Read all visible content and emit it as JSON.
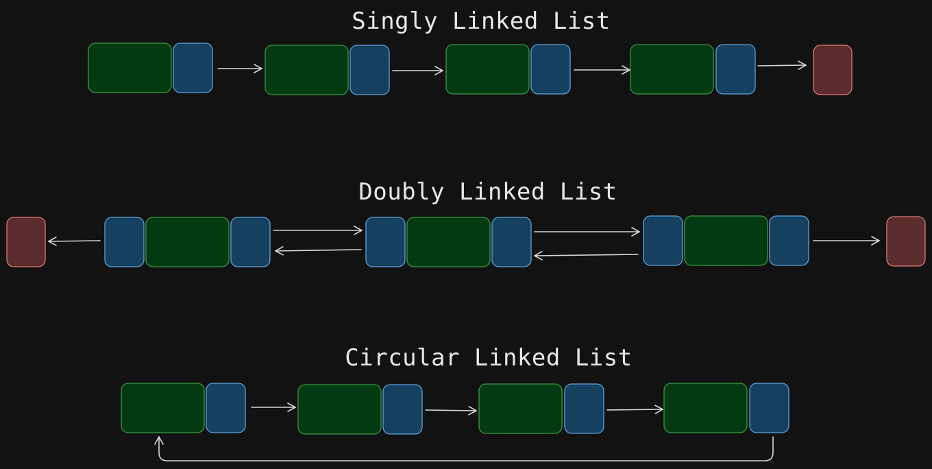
{
  "titles": {
    "singly": "Singly Linked List",
    "doubly": "Doubly Linked List",
    "circular": "Circular Linked List"
  },
  "colors": {
    "background": "#121212",
    "data_fill": "#033a12",
    "data_stroke": "#3c9a45",
    "pointer_fill": "#16405f",
    "pointer_stroke": "#5ea3dd",
    "null_fill": "#5a2c2c",
    "null_stroke": "#e07a7a",
    "arrow": "#d8d8d8",
    "text": "#e8e8e8"
  },
  "diagram": {
    "singly": {
      "node_count": 4,
      "node_parts": [
        "data",
        "next"
      ],
      "terminates_in_null": true
    },
    "doubly": {
      "node_count": 3,
      "node_parts": [
        "prev",
        "data",
        "next"
      ],
      "null_on_both_ends": true,
      "bidirectional_links": true
    },
    "circular": {
      "node_count": 4,
      "node_parts": [
        "data",
        "next"
      ],
      "last_links_back_to_first": true
    }
  }
}
